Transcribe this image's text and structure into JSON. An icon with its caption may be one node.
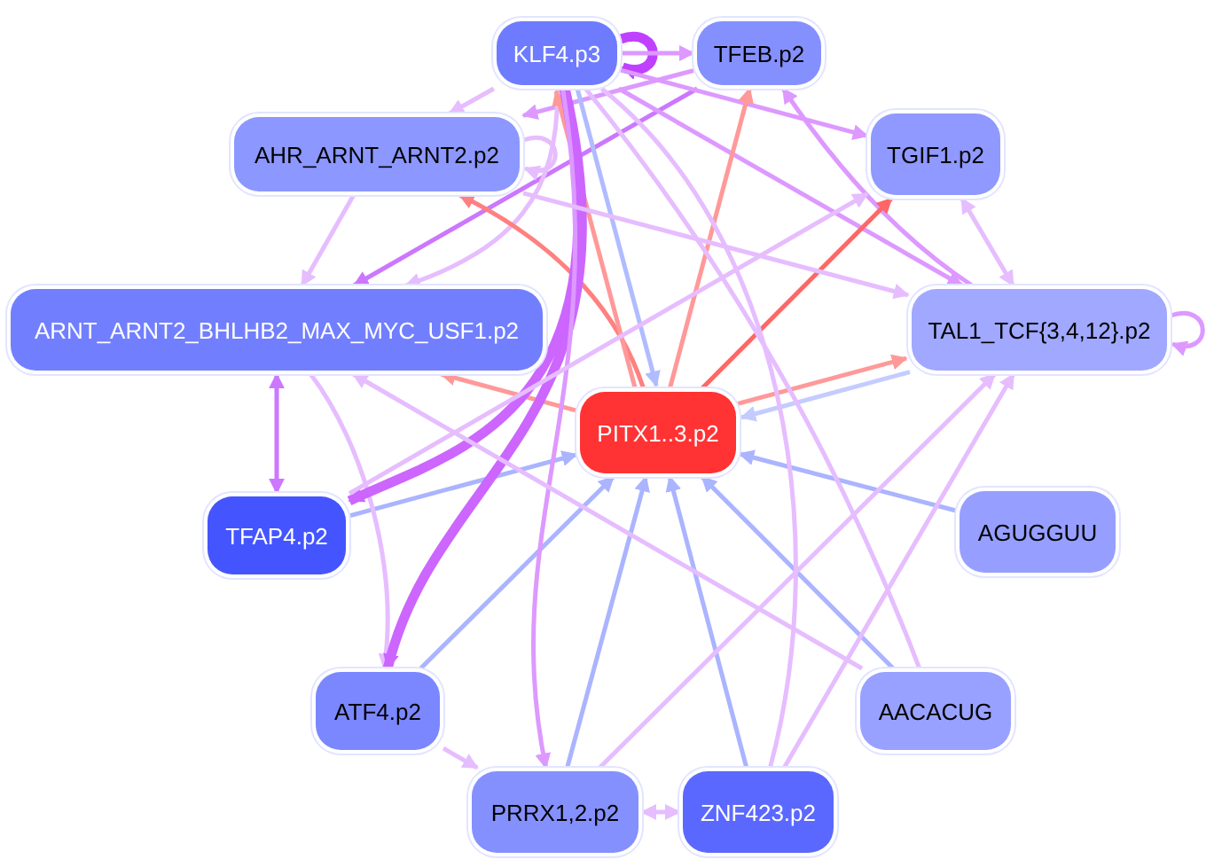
{
  "diagram": {
    "nodes": [
      {
        "text": [
          "KLF4.p3"
        ]
      },
      {
        "text": [
          "TFEB.p2"
        ]
      },
      {
        "text": [
          "AHR_ARNT_ARNT2.p2"
        ]
      },
      {
        "text": [
          "TGIF1.p2"
        ]
      },
      {
        "text": [
          "ARNT_ARNT2_BHLHB2_MAX_MYC_USF1.p2"
        ]
      },
      {
        "text": [
          "TAL1_TCF{3,4,12}.p2"
        ]
      },
      {
        "text": [
          "PITX1..3.p2"
        ]
      },
      {
        "text": [
          "TFAP4.p2"
        ]
      },
      {
        "text": [
          "AGUGGUU"
        ]
      },
      {
        "text": [
          "ATF4.p2"
        ]
      },
      {
        "text": [
          "AACACUG"
        ]
      },
      {
        "text": [
          "PRRX1,2.p2"
        ]
      },
      {
        "text": [
          "ZNF423.p2"
        ]
      }
    ],
    "edges": [
      {
        "from": 0,
        "to": 0,
        "arrow": "to",
        "style": "thick",
        "color": "#c040ff"
      },
      {
        "from": 0,
        "to": 1,
        "arrow": "to",
        "color": "#dd99ff"
      },
      {
        "from": 0,
        "to": 2,
        "arrow": "to"
      },
      {
        "from": 1,
        "to": 2,
        "arrow": "to",
        "color": "#dd99ff"
      },
      {
        "from": 1,
        "to": 4,
        "arrow": "to",
        "color": "#cc77ff"
      },
      {
        "from": 2,
        "to": 4,
        "arrow": "to"
      },
      {
        "from": 0,
        "to": 4,
        "arrow": "to"
      },
      {
        "from": 2,
        "to": 2,
        "arrow": "to"
      },
      {
        "from": 0,
        "to": 3,
        "arrow": "to",
        "color": "#dd99ff"
      },
      {
        "from": 0,
        "to": 5,
        "arrow": "to",
        "color": "#dd99ff"
      },
      {
        "from": 5,
        "to": 1,
        "arrow": "to",
        "color": "#dd99ff"
      },
      {
        "from": 3,
        "to": 5,
        "arrow": "both"
      },
      {
        "from": 5,
        "to": 5,
        "arrow": "to",
        "color": "#dd99ff"
      },
      {
        "from": 6,
        "to": 3,
        "arrow": "to",
        "color": "#ff6666"
      },
      {
        "from": 6,
        "to": 1,
        "arrow": "to",
        "color": "#ff9999"
      },
      {
        "from": 6,
        "to": 2,
        "arrow": "to",
        "color": "#ff8080"
      },
      {
        "from": 6,
        "to": 4,
        "arrow": "to",
        "color": "#ff9999"
      },
      {
        "from": 6,
        "to": 5,
        "arrow": "to",
        "color": "#ff9999"
      },
      {
        "from": 5,
        "to": 6,
        "arrow": "to",
        "color": "#c4ccff"
      },
      {
        "from": 6,
        "to": 0,
        "arrow": "to",
        "color": "#ff9999"
      },
      {
        "from": 0,
        "to": 6,
        "arrow": "to",
        "color": "#b0bcff"
      },
      {
        "from": 7,
        "to": 4,
        "arrow": "both",
        "color": "#cc77ff"
      },
      {
        "from": 7,
        "to": 6,
        "arrow": "to",
        "color": "#aab4ff"
      },
      {
        "from": 8,
        "to": 6,
        "arrow": "to",
        "color": "#aab4ff"
      },
      {
        "from": 10,
        "to": 6,
        "arrow": "to",
        "color": "#aab4ff"
      },
      {
        "from": 12,
        "to": 6,
        "arrow": "to",
        "color": "#aab4ff"
      },
      {
        "from": 11,
        "to": 6,
        "arrow": "to",
        "color": "#aab4ff"
      },
      {
        "from": 9,
        "to": 6,
        "arrow": "to",
        "color": "#aab4ff"
      },
      {
        "from": 9,
        "to": 11,
        "arrow": "to"
      },
      {
        "from": 11,
        "to": 12,
        "arrow": "both"
      },
      {
        "from": 4,
        "to": 9,
        "arrow": "to"
      },
      {
        "from": 0,
        "to": 9,
        "arrow": "to",
        "style": "thick",
        "color": "#cc66ff"
      },
      {
        "from": 0,
        "to": 7,
        "arrow": "to",
        "style": "thick",
        "color": "#cc66ff"
      },
      {
        "from": 0,
        "to": 11,
        "arrow": "to",
        "color": "#dd99ff"
      },
      {
        "from": 10,
        "to": 4,
        "arrow": "to"
      },
      {
        "from": 12,
        "to": 5,
        "arrow": "to"
      },
      {
        "from": 11,
        "to": 5,
        "arrow": "to"
      },
      {
        "from": 7,
        "to": 3,
        "arrow": "to"
      },
      {
        "from": 2,
        "to": 5,
        "arrow": "to"
      },
      {
        "from": 12,
        "to": 0,
        "arrow": "none"
      },
      {
        "from": 10,
        "to": 0,
        "arrow": "none"
      }
    ]
  }
}
